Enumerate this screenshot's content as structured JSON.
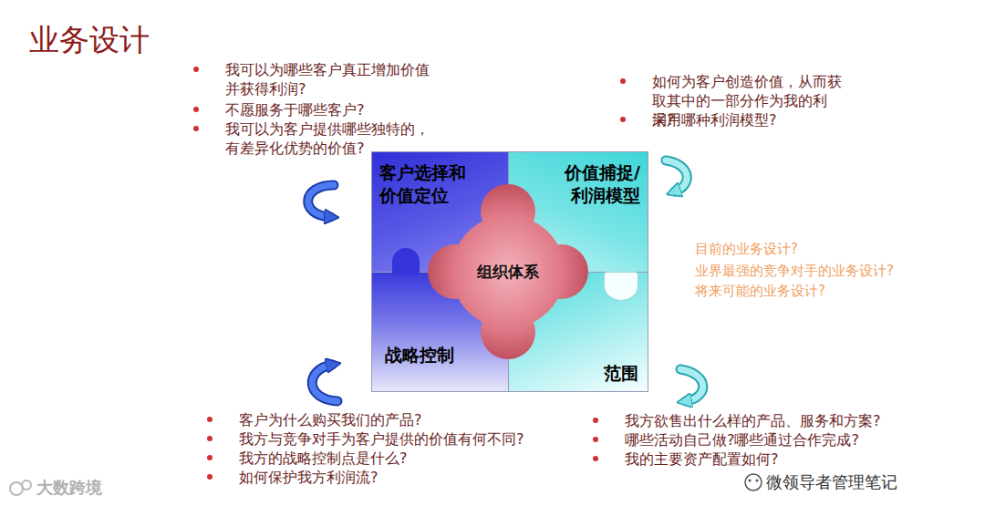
{
  "diagram": {
    "title": "业务设计",
    "nodes": [
      {
        "text": [
          "客户选择和价值定位"
        ]
      },
      {
        "text": [
          "价值捕捉/利润模型"
        ]
      },
      {
        "text": [
          "组织体系"
        ]
      },
      {
        "text": [
          "战略控制"
        ]
      },
      {
        "text": [
          "范围"
        ]
      }
    ],
    "labels": [
      "我可以为哪些客户真正增加价值并获得利润?",
      "不愿服务于哪些客户?",
      "我可以为客户提供哪些独特的，有差异化优势的价值?",
      "如何为客户创造价值，从而获取其中的一部分作为我的利润?",
      "采用哪种利润模型?",
      "目前的业务设计?",
      "业界最强的竞争对手的业务设计?",
      "将来可能的业务设计?",
      "客户为什么购买我们的产品?",
      "我方与竞争对手为客户提供的价值有何不同?",
      "我方的战略控制点是什么?",
      "如何保护我方利润流?",
      "我方欲售出什么样的产品、服务和方案?",
      "哪些活动自己做?哪些通过合作完成?",
      "我的主要资产配置如何?",
      "大数跨境",
      "微领导者管理笔记"
    ]
  }
}
